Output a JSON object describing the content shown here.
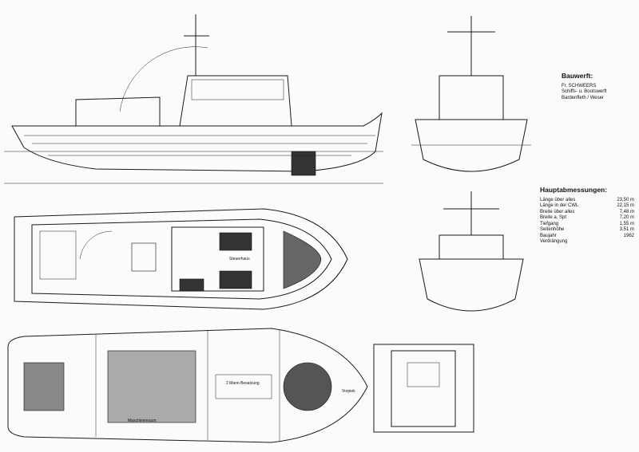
{
  "builder": {
    "title": "Bauwerft:",
    "lines": [
      "Fr. SCHWEERS",
      "Schiffs- u. Bootswerft",
      "Bardenfleth / Weser"
    ]
  },
  "dimensions": {
    "title": "Hauptabmessungen:",
    "rows": [
      {
        "label": "Länge über alles",
        "value": "23,50 m"
      },
      {
        "label": "Länge in der CWL",
        "value": "22,15 m"
      },
      {
        "label": "Breite über alles",
        "value": "7,48 m"
      },
      {
        "label": "Breite a. Spt",
        "value": "7,20 m"
      },
      {
        "label": "Tiefgang",
        "value": "1,55 m"
      },
      {
        "label": "Seitenhöhe",
        "value": "3,51 m"
      },
      {
        "label": "Baujahr",
        "value": "1962"
      },
      {
        "label": "Verdrängung",
        "value": ""
      }
    ]
  },
  "plan_labels": {
    "wheelhouse": "Steuerhaus",
    "crew": "2 Mann Besatzung",
    "engine_room": "Maschinenraum",
    "forepeak": "Vorpiek"
  }
}
